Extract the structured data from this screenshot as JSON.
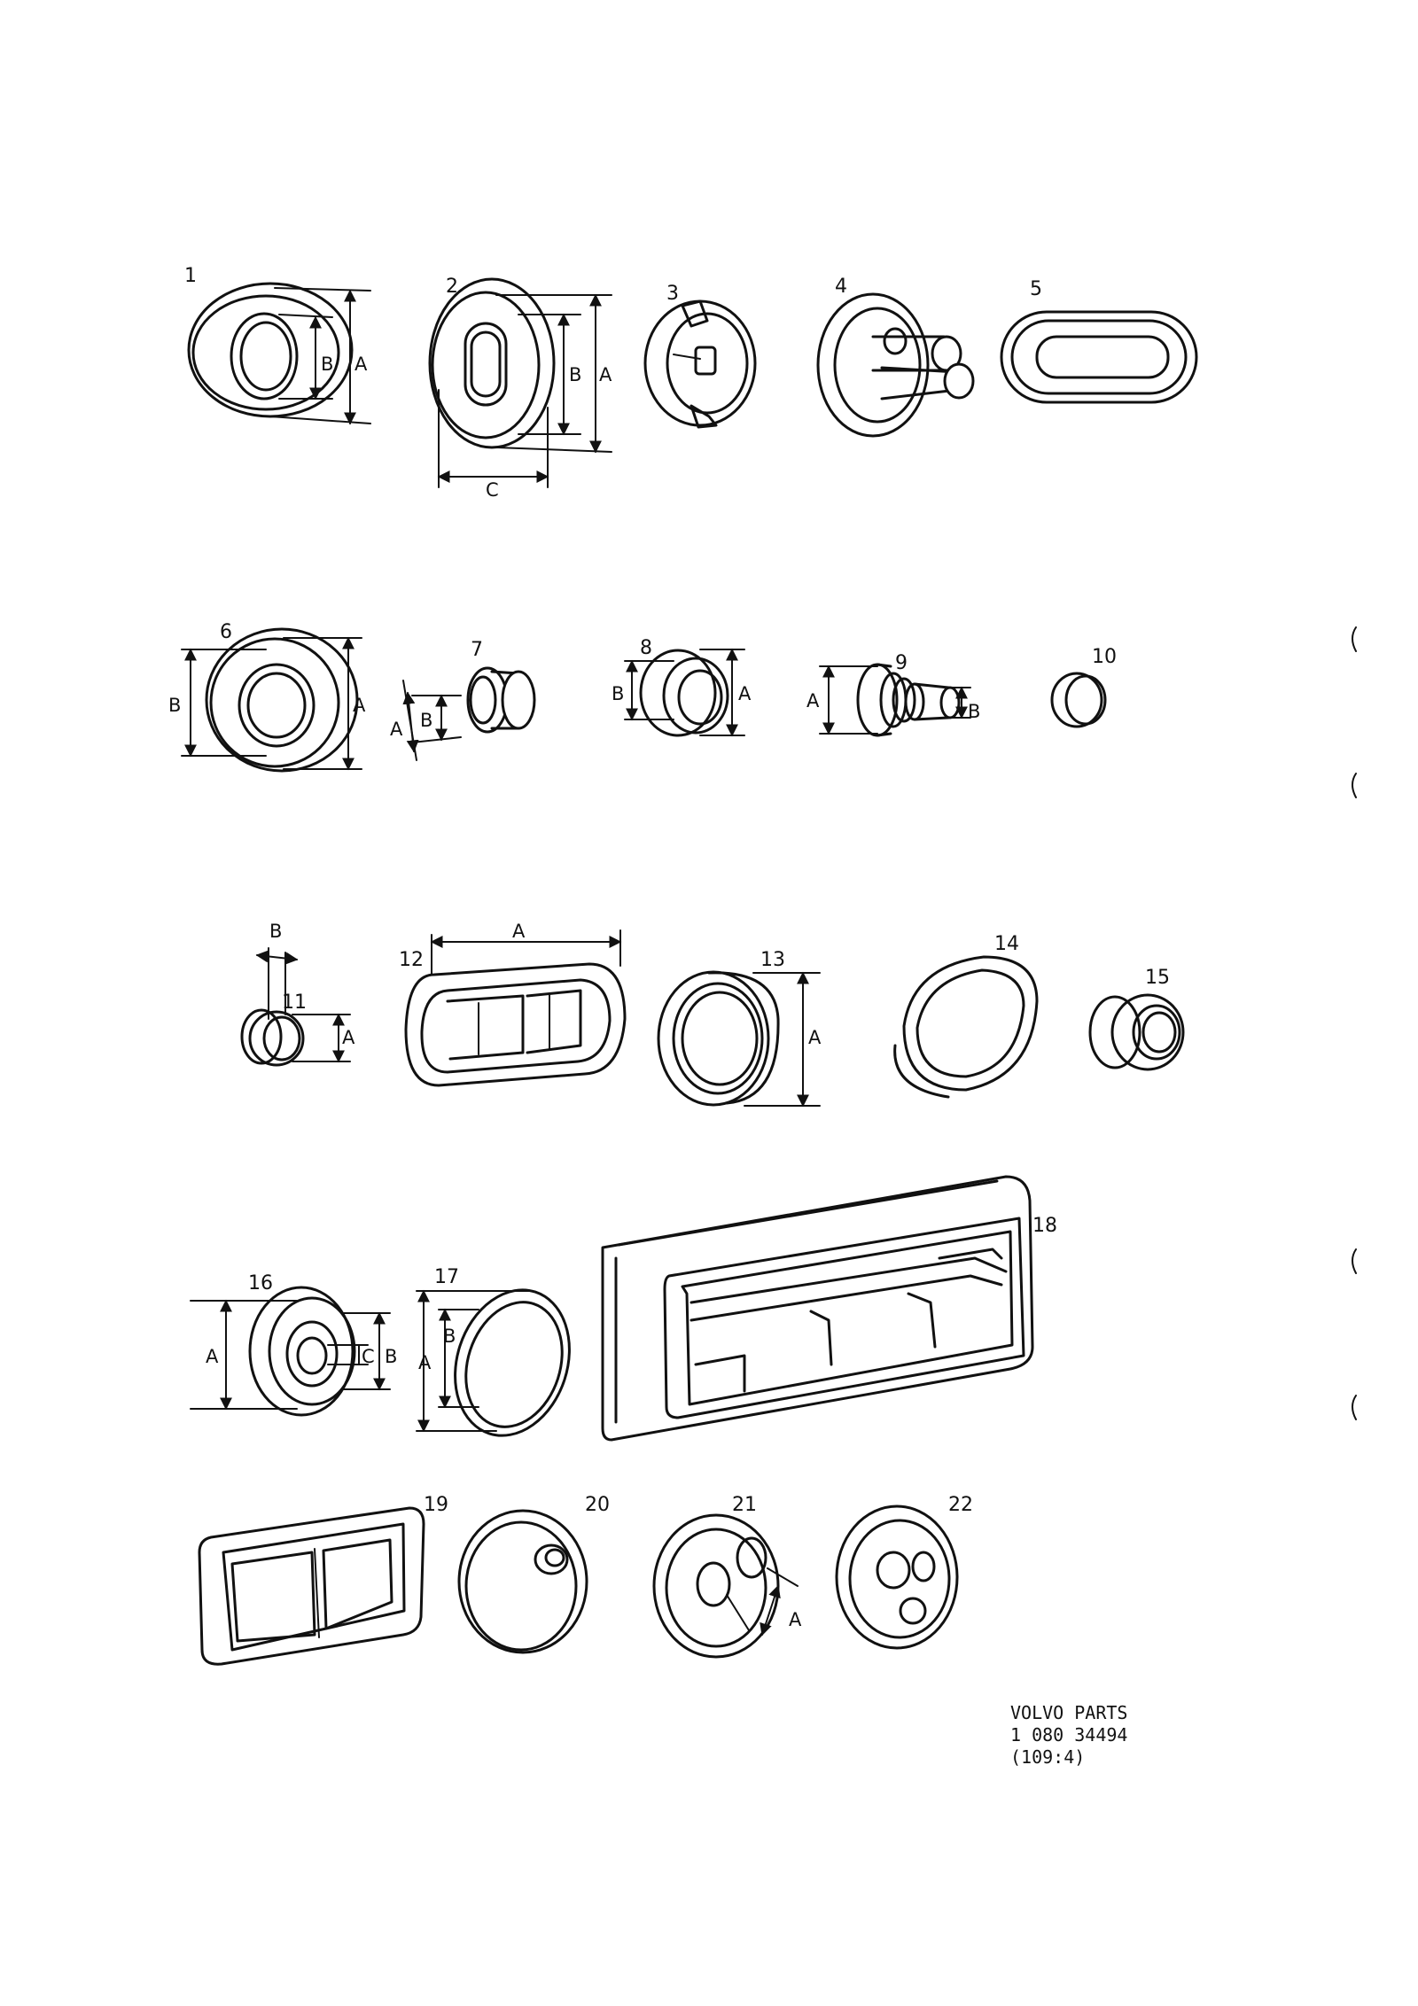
{
  "parts": {
    "labels": [
      "1",
      "2",
      "3",
      "4",
      "5",
      "6",
      "7",
      "8",
      "9",
      "10",
      "11",
      "12",
      "13",
      "14",
      "15",
      "16",
      "17",
      "18",
      "19",
      "20",
      "21",
      "22"
    ]
  },
  "dimensions": {
    "a": "A",
    "b": "B",
    "c": "C"
  },
  "footer": {
    "brand": "VOLVO PARTS",
    "code": "1 080 34494",
    "ref": "(109:4)"
  }
}
